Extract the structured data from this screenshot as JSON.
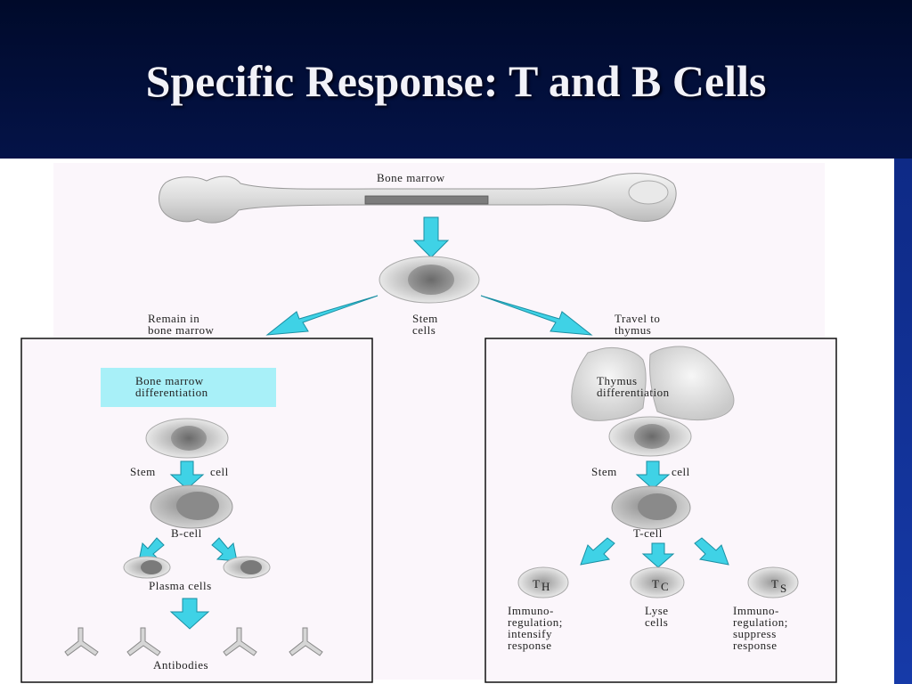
{
  "slide": {
    "title": "Specific Response: T and B Cells"
  },
  "diagram": {
    "top": {
      "bone_marrow": "Bone marrow",
      "stem_cells_line1": "Stem",
      "stem_cells_line2": "cells",
      "remain_line1": "Remain in",
      "remain_line2": "bone marrow",
      "travel_line1": "Travel to",
      "travel_line2": "thymus"
    },
    "left_box": {
      "differentiation_line1": "Bone marrow",
      "differentiation_line2": "differentiation",
      "stem_label": "Stem",
      "cell_label": "cell",
      "b_cell": "B-cell",
      "plasma_cells": "Plasma cells",
      "antibodies": "Antibodies"
    },
    "right_box": {
      "differentiation_line1": "Thymus",
      "differentiation_line2": "differentiation",
      "stem_label": "Stem",
      "cell_label": "cell",
      "t_cell": "T-cell",
      "th_main": "T",
      "th_sub": "H",
      "tc_main": "T",
      "tc_sub": "C",
      "ts_main": "T",
      "ts_sub": "S",
      "th_desc": [
        "Immuno-",
        "regulation;",
        "intensify",
        "response"
      ],
      "tc_desc": [
        "Lyse",
        "cells"
      ],
      "ts_desc": [
        "Immuno-",
        "regulation;",
        "suppress",
        "response"
      ]
    },
    "colors": {
      "arrow": "#3fd2e6",
      "label_box": "#a8f0f8",
      "background": "#fbf6fb"
    }
  }
}
